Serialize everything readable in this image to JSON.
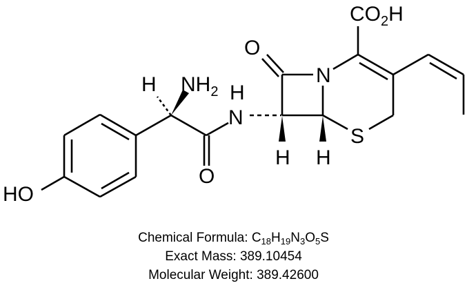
{
  "molecule": {
    "atom_labels": {
      "carboxylic_acid": "CO2H",
      "lactam_oxygen": "O",
      "ring_nitrogen": "N",
      "amine": "NH2",
      "alpha_hydrogen": "H",
      "amide_nh_h": "H",
      "amide_nh_n": "N",
      "amide_oxygen": "O",
      "c7_hydrogen": "H",
      "c6_hydrogen": "H",
      "sulfur": "S",
      "hydroxyl": "HO"
    }
  },
  "info": {
    "formula_label": "Chemical Formula: ",
    "formula_parts": [
      "C",
      "18",
      "H",
      "19",
      "N",
      "3",
      "O",
      "5",
      "S"
    ],
    "exact_mass_label": "Exact Mass: ",
    "exact_mass": "389.10454",
    "molecular_weight_label": "Molecular Weight: ",
    "molecular_weight": "389.42600"
  }
}
